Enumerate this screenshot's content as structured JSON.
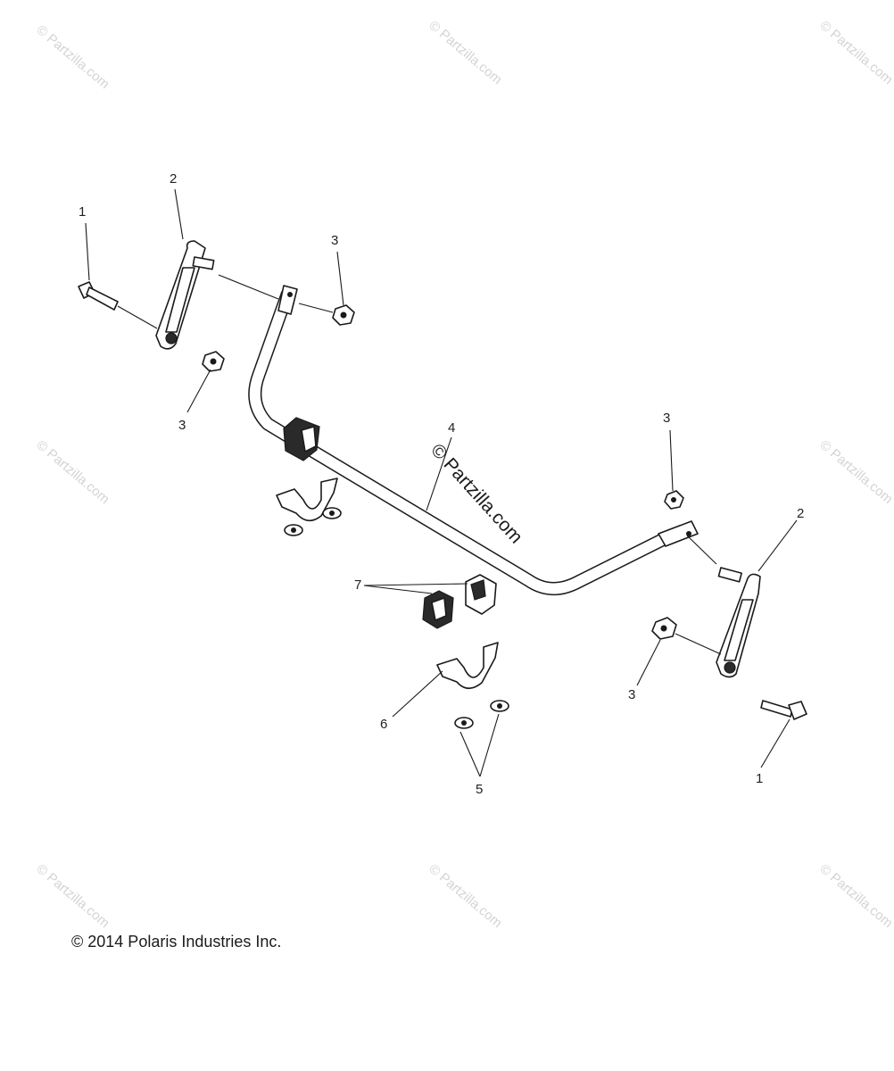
{
  "diagram": {
    "callouts": [
      "1",
      "2",
      "3",
      "3",
      "4",
      "3",
      "2",
      "3",
      "7",
      "6",
      "5",
      "1"
    ],
    "watermark": "© Partzilla.com",
    "center_watermark": "© Partzilla.com",
    "copyright": "© 2014 Polaris Industries Inc."
  }
}
